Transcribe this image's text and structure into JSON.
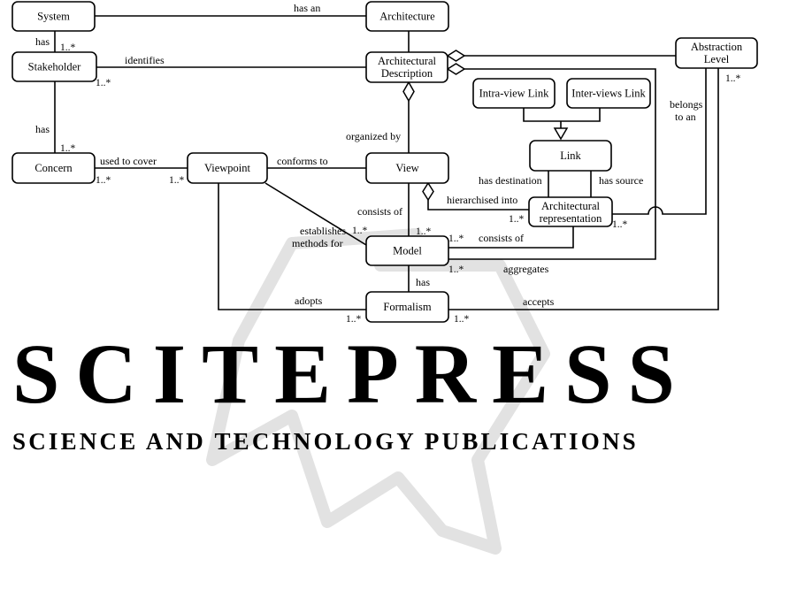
{
  "watermark": {
    "main": "SCITEPRESS",
    "sub": "SCIENCE AND TECHNOLOGY PUBLICATIONS"
  },
  "nodes": {
    "system": [
      "System"
    ],
    "architecture": [
      "Architecture"
    ],
    "stakeholder": [
      "Stakeholder"
    ],
    "architectural_description": [
      "Architectural",
      "Description"
    ],
    "abstraction_level": [
      "Abstraction",
      "Level"
    ],
    "intra_view_link": [
      "Intra-view Link"
    ],
    "inter_views_link": [
      "Inter-views Link"
    ],
    "link": [
      "Link"
    ],
    "concern": [
      "Concern"
    ],
    "viewpoint": [
      "Viewpoint"
    ],
    "view": [
      "View"
    ],
    "architectural_representation": [
      "Architectural",
      "representation"
    ],
    "model": [
      "Model"
    ],
    "formalism": [
      "Formalism"
    ]
  },
  "relations": {
    "has_an": "has an",
    "system_has": "has",
    "identifies": "identifies",
    "stakeholder_has": "has",
    "used_to_cover": "used to cover",
    "conforms_to": "conforms to",
    "organized_by": "organized by",
    "belongs_to_an_1": "belongs",
    "belongs_to_an_2": "to an",
    "has_destination": "has destination",
    "has_source": "has source",
    "hierarchised_into": "hierarchised into",
    "consists_of_view": "consists of",
    "establishes_1": "establishes",
    "establishes_2": "methods for",
    "consists_of_model": "consists of",
    "aggregates": "aggregates",
    "model_has": "has",
    "adopts": "adopts",
    "accepts": "accepts"
  },
  "multiplicities": {
    "m_sys_stake": "1..*",
    "m_identifies": "1..*",
    "m_stake_concern": "1..*",
    "m_concern": "1..*",
    "m_viewpoint": "1..*",
    "m_abstraction": "1..*",
    "m_archrep_hier": "1..*",
    "m_archrep_abs": "1..*",
    "m_view_model": "1..*",
    "m_establishes": "1..*",
    "m_model_consists": "1..*",
    "m_model_aggregates": "1..*",
    "m_adopts": "1..*",
    "m_accepts": "1..*"
  }
}
